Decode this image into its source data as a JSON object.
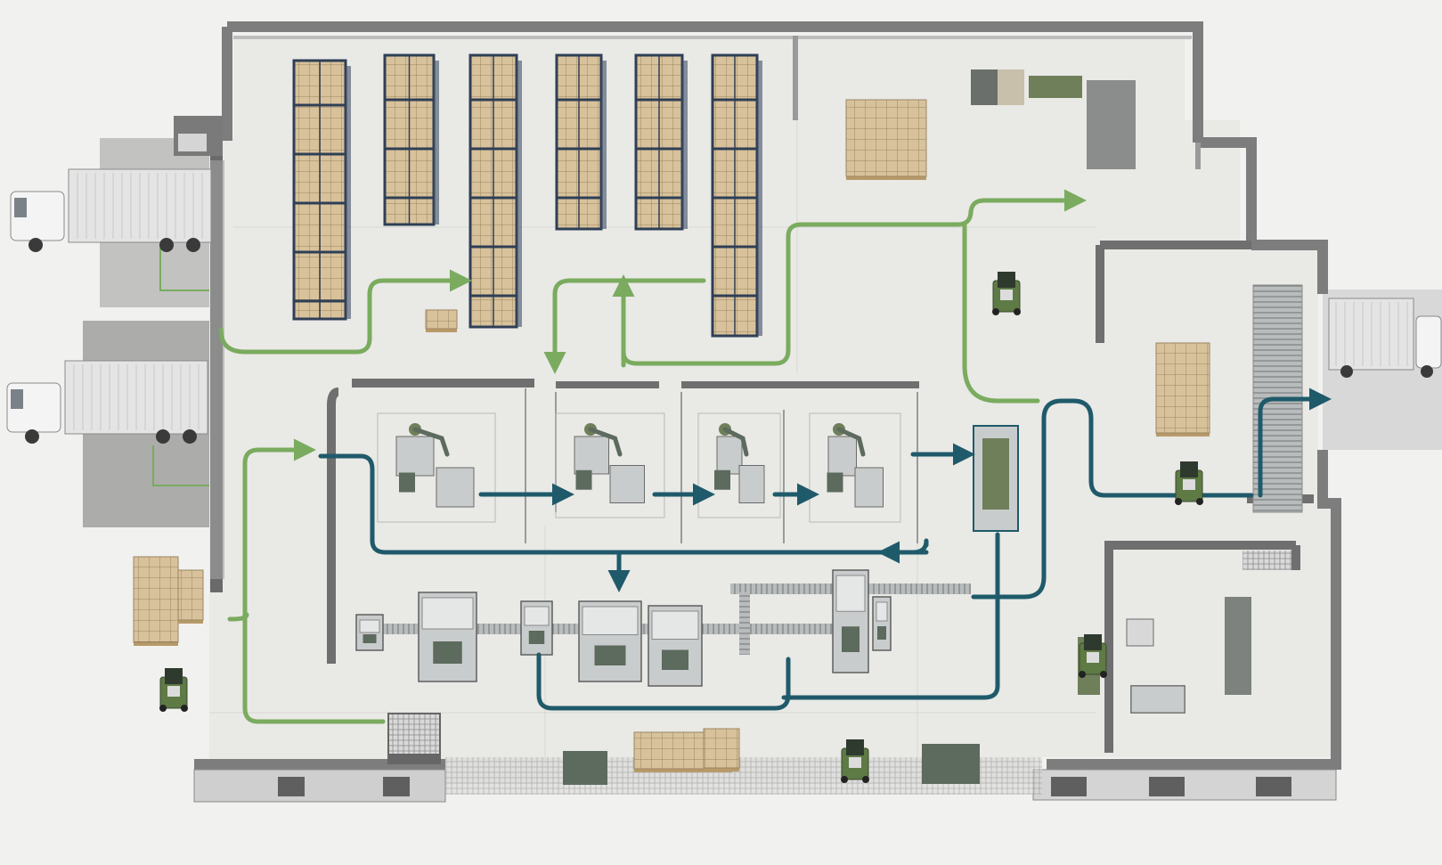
{
  "colors": {
    "background": "#f1f1ef",
    "floor": "#e9e9e6",
    "floor_grid": "#d6d6d2",
    "wall_top": "#8e8e8e",
    "wall_face": "#5f5f5f",
    "wall_light": "#cfcfcf",
    "dock_apron": "#8f8f8f",
    "rack_frame": "#2f3f55",
    "carton": "#d8c29c",
    "carton_edge": "#9c8560",
    "pallet": "#b89a6a",
    "machine_body": "#c9cccc",
    "machine_dark": "#5d6a5e",
    "machine_green": "#6f7f5a",
    "conveyor": "#a9adad",
    "truck_box": "#e4e4e4",
    "truck_cab": "#f4f4f4",
    "forklift": "#5e7a45",
    "flow_material": "#7aab5e",
    "flow_product": "#1f5a6a",
    "dock_marking": "#7aab5e"
  },
  "icons": {
    "truck": "truck-icon",
    "forklift": "forklift-icon",
    "pallet": "pallet-icon",
    "robot": "robot-arm-icon"
  },
  "elements": {
    "inbound_trucks": 2,
    "outbound_trucks": 1,
    "storage_racks": 6,
    "robotic_cells": 4,
    "forklifts": 5
  }
}
